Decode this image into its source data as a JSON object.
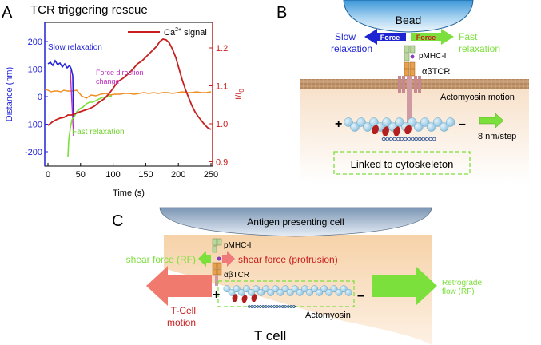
{
  "panels": {
    "a": {
      "letter": "A",
      "title": "TCR triggering rescue",
      "legend_label": "Ca",
      "legend_sup": "2+",
      "legend_suffix": " signal",
      "annotations": {
        "slow": "Slow relaxation",
        "force_dir_1": "Force direction",
        "force_dir_2": "change",
        "fast": "Fast relaxation"
      },
      "xlabel": "Time (s)",
      "ylabel_left": "Distance (nm)",
      "ylabel_right_main": "I/I",
      "ylabel_right_sub": "0",
      "x_ticks": [
        "0",
        "50",
        "100",
        "150",
        "200",
        "250"
      ],
      "y_left_ticks": [
        "200",
        "100",
        "0",
        "-100",
        "-200"
      ],
      "y_right_ticks": [
        "1.2",
        "1.1",
        "1.0",
        "0.9"
      ]
    },
    "b": {
      "letter": "B",
      "bead": "Bead",
      "slow_1": "Slow",
      "slow_2": "relaxation",
      "force_left": "Force",
      "force_right": "Force",
      "fast_1": "Fast",
      "fast_2": "relaxation",
      "pmhc": "pMHC-I",
      "tcr": "αβTCR",
      "actomyosin_motion": "Actomyosin motion",
      "step": "8 nm/step",
      "plus": "+",
      "minus": "–",
      "linked": "Linked to cytoskeleton"
    },
    "c": {
      "letter": "C",
      "apc": "Antigen presenting cell",
      "pmhc": "pMHC-I",
      "shear_rf": "shear force (RF)",
      "shear_prot": "shear force (protrusion)",
      "tcr": "αβTCR",
      "tcell_motion_1": "T-Cell",
      "tcell_motion_2": "motion",
      "retro_1": "Retrograde",
      "retro_2": "flow (RF)",
      "plus": "+",
      "minus": "–",
      "actomyosin": "Actomyosin",
      "tcell": "T cell"
    }
  },
  "colors": {
    "blue": "#2323d6",
    "red": "#c81e1e",
    "orange": "#f08c1e",
    "green": "#7ce03c",
    "magenta": "#c02cc0",
    "bead_top": "#cfe6f5",
    "membrane": "#d9b48c",
    "actin": "#a9d3ea"
  }
}
